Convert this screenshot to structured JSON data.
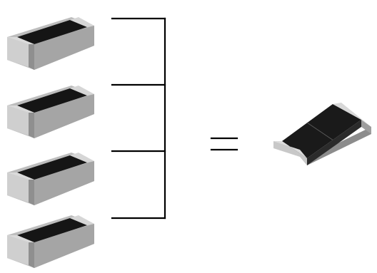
{
  "diagram": {
    "components": [
      {
        "type": "smd-chip-resistor",
        "role": "input"
      },
      {
        "type": "smd-chip-resistor",
        "role": "input"
      },
      {
        "type": "smd-chip-resistor",
        "role": "input"
      },
      {
        "type": "smd-chip-resistor",
        "role": "input"
      }
    ],
    "connector": "bracket",
    "relation": "equals",
    "result": {
      "type": "smd-chip-array"
    },
    "colors": {
      "body_dark": "#151515",
      "terminal_light": "#d3d3d3",
      "terminal_mid": "#a9a9a9",
      "terminal_shadow": "#8c8c8c",
      "line": "#000000"
    }
  }
}
